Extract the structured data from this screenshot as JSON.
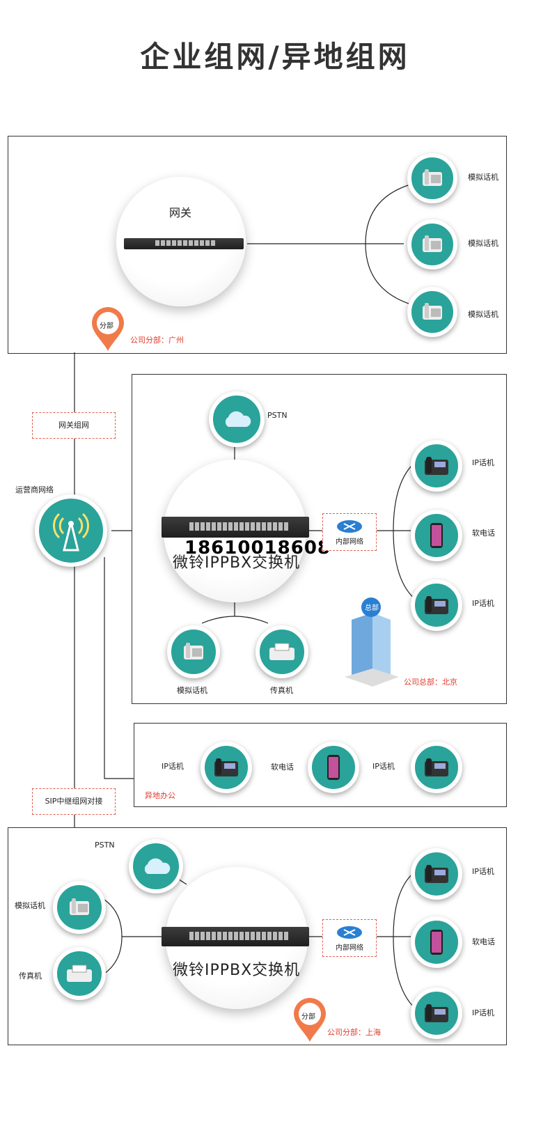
{
  "title": "企业组网/异地组网",
  "branch_gz": {
    "gateway_label": "网关",
    "phones": [
      "模拟话机",
      "模拟话机",
      "模拟话机"
    ],
    "pin_label": "分部",
    "location": "公司分部：广州"
  },
  "left": {
    "gateway_group": "网关组网",
    "carrier": "运营商网络",
    "sip_trunk": "SIP中继组网对接"
  },
  "hq": {
    "pstn": "PSTN",
    "pbx_label": "微铃IPPBX交换机",
    "phone_number": "18610018608",
    "lan": "内部网络",
    "right_devices": [
      "IP话机",
      "软电话",
      "IP话机"
    ],
    "bottom_devices": [
      "模拟话机",
      "传真机"
    ],
    "building_badge": "总部",
    "location": "公司总部：北京"
  },
  "remote": {
    "devices": [
      "IP话机",
      "软电话",
      "IP话机"
    ],
    "location": "异地办公"
  },
  "branch_sh": {
    "pstn": "PSTN",
    "pbx_label": "微铃IPPBX交换机",
    "lan": "内部网络",
    "left_devices": [
      "模拟话机",
      "传真机"
    ],
    "right_devices": [
      "IP话机",
      "软电话",
      "IP话机"
    ],
    "pin_label": "分部",
    "location": "公司分部：上海"
  }
}
